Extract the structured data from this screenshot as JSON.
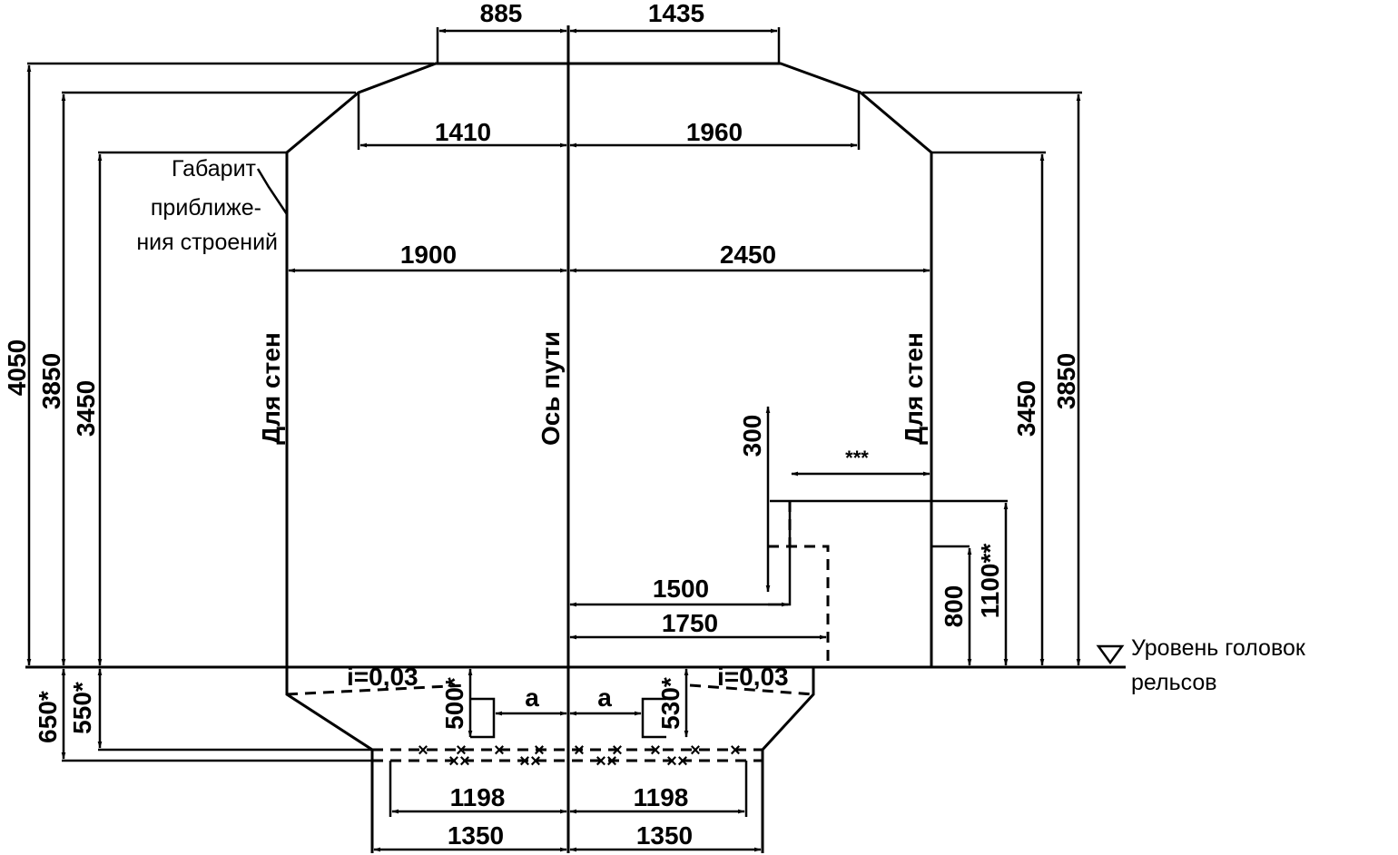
{
  "labels": {
    "gabarit": [
      "Габарит",
      "приближе-",
      "ния строений"
    ],
    "for_walls": "Для стен",
    "track_axis": "Ось пути",
    "rail_level": [
      "Уровень головок",
      "рельсов"
    ],
    "slope": "i=0,03",
    "a": "а",
    "triple_star": "***"
  },
  "dimensions": {
    "top_left": "885",
    "top_right": "1435",
    "mid_left": "1410",
    "mid_right": "1960",
    "wide_left": "1900",
    "wide_right": "2450",
    "platform_1500": "1500",
    "platform_1750": "1750",
    "h_4050": "4050",
    "h_3850_left": "3850",
    "h_3450_left": "3450",
    "h_3450_right": "3450",
    "h_3850_right": "3850",
    "h_300": "300",
    "h_800": "800",
    "h_1100": "1100**",
    "d_650": "650*",
    "d_550": "550*",
    "d_500": "500*",
    "d_530": "530*",
    "bottom_1198_left": "1198",
    "bottom_1198_right": "1198",
    "bottom_1350_left": "1350",
    "bottom_1350_right": "1350"
  }
}
